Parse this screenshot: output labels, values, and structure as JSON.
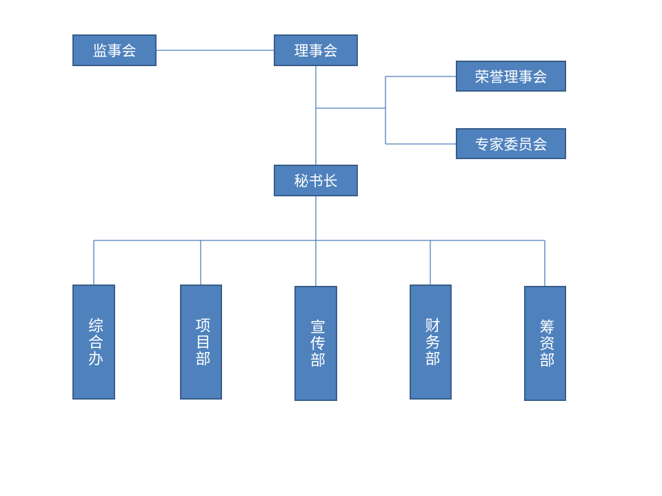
{
  "nodes": {
    "supervisory_board": "监事会",
    "board_of_directors": "理事会",
    "honorary_board": "荣誉理事会",
    "expert_committee": "专家委员会",
    "secretary_general": "秘书长",
    "general_office": "综合办",
    "project_dept": "项目部",
    "publicity_dept": "宣传部",
    "finance_dept": "财务部",
    "fundraising_dept": "筹资部"
  },
  "colors": {
    "box_fill": "#4f81bd",
    "box_border": "#385d8a",
    "connector": "#4a7ebb",
    "text": "#ffffff"
  }
}
